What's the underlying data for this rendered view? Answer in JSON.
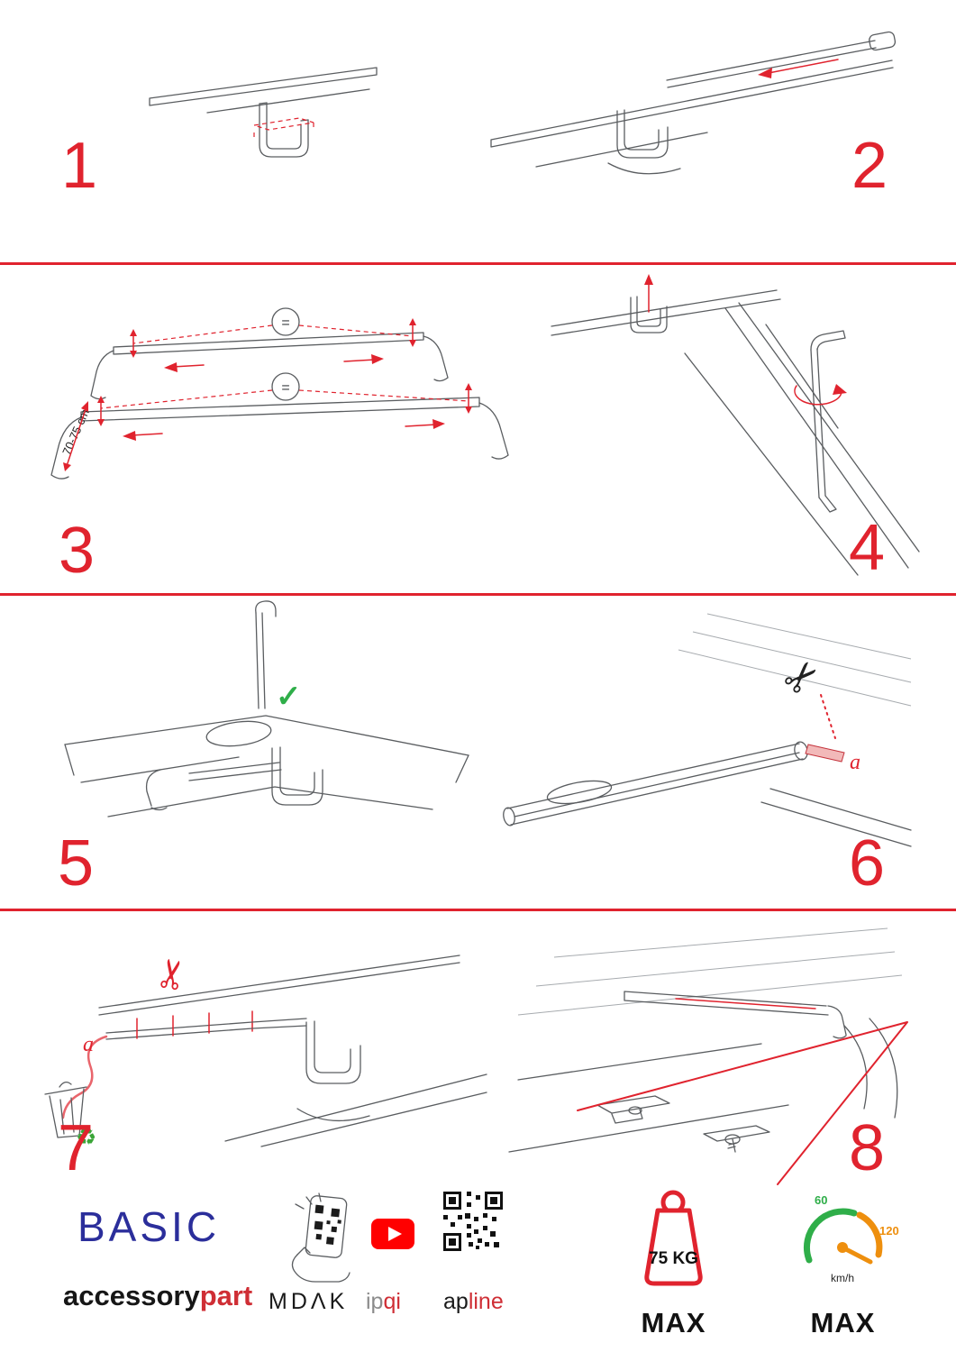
{
  "meta": {
    "document_type": "roof-bar mounting instruction sheet"
  },
  "colors": {
    "accent_red": "#e0232e",
    "brand_blue": "#2b2e9b",
    "green": "#3aa537",
    "orange": "#ee8f0e",
    "youtube_red": "#ff0000",
    "line_gray": "#5a5d60"
  },
  "icons": {
    "scissors": "✂",
    "recycle": "♻",
    "check": "✓"
  },
  "steps": [
    {
      "number": "1"
    },
    {
      "number": "2"
    },
    {
      "number": "3",
      "measurement_label": "70-75 cm",
      "equals_symbol": "="
    },
    {
      "number": "4"
    },
    {
      "number": "5"
    },
    {
      "number": "6",
      "cut_label": "a"
    },
    {
      "number": "7",
      "cut_label": "a"
    },
    {
      "number": "8"
    }
  ],
  "footer": {
    "brand_name": "BASIC",
    "wordmark_black": "accessory",
    "wordmark_red": "part",
    "social_phone_label": "MDΛK",
    "social_youtube_label_gray": "ip",
    "social_youtube_label_red": "qi",
    "social_qr_label_black": "ap",
    "social_qr_label_red": "line",
    "load_limit": "75 KG",
    "load_max": "MAX",
    "speed_green": "60",
    "speed_orange": "120",
    "speed_unit": "km/h",
    "speed_max": "MAX"
  }
}
